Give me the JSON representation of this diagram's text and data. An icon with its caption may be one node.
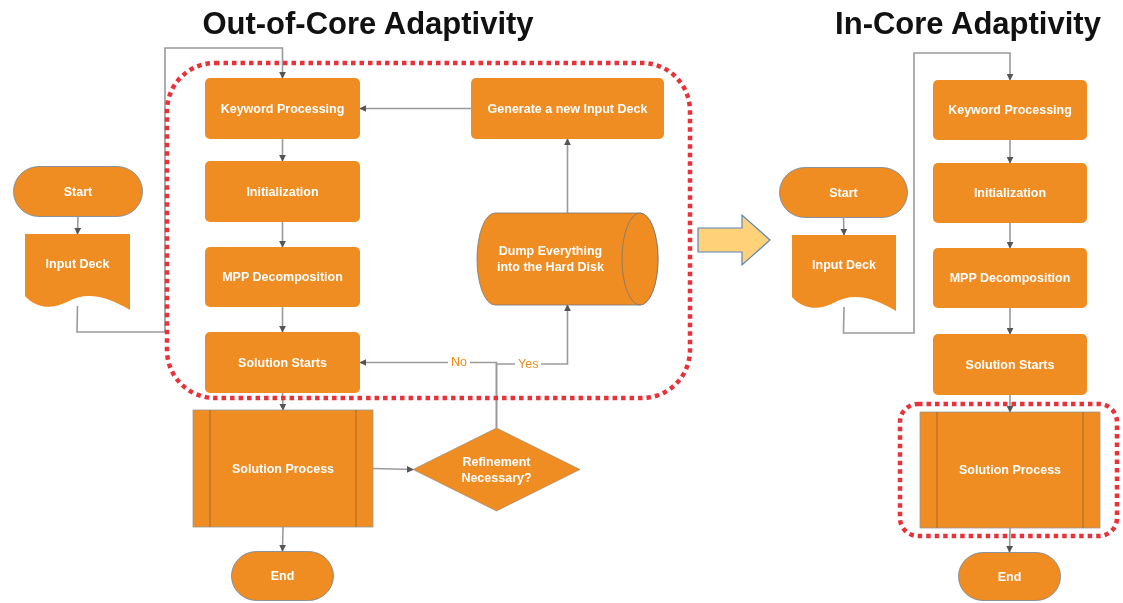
{
  "diagram": {
    "nodes": [
      {
        "text": [
          "Start"
        ]
      },
      {
        "text": [
          "Input Deck"
        ]
      },
      {
        "text": [],
        "shape": "box"
      },
      {
        "text": [
          "Keyword Processing"
        ],
        "in": 2
      },
      {
        "text": [
          "Initialization"
        ],
        "in": 2
      },
      {
        "text": [
          "MPP Decomposition"
        ],
        "in": 2
      },
      {
        "text": [
          "Solution Starts"
        ],
        "in": 2
      },
      {
        "text": [
          "Generate a new Input Deck"
        ],
        "in": 2
      },
      {
        "text": [
          "Dump Everything into the Hard Disk"
        ],
        "in": 2
      },
      {
        "text": [
          "Solution Process"
        ]
      },
      {
        "text": [
          "Refinement Necessary?"
        ]
      },
      {
        "text": [
          "End"
        ]
      },
      {
        "text": [
          "Start"
        ]
      },
      {
        "text": [
          "Input Deck"
        ]
      },
      {
        "text": [
          "Keyword Processing"
        ]
      },
      {
        "text": [
          "Initialization"
        ]
      },
      {
        "text": [
          "MPP Decomposition"
        ]
      },
      {
        "text": [
          "Solution Starts"
        ]
      },
      {
        "text": [],
        "shape": "box"
      },
      {
        "text": [
          "Solution Process"
        ],
        "in": 18
      },
      {
        "text": [
          "End"
        ]
      }
    ],
    "edges": [
      {
        "from": 0,
        "to": 1,
        "arrow": "to"
      },
      {
        "from": 1,
        "to": 3,
        "arrow": "to"
      },
      {
        "from": 3,
        "to": 4,
        "arrow": "to"
      },
      {
        "from": 4,
        "to": 5,
        "arrow": "to"
      },
      {
        "from": 5,
        "to": 6,
        "arrow": "to"
      },
      {
        "from": 6,
        "to": 9,
        "arrow": "to"
      },
      {
        "from": 9,
        "to": 10,
        "arrow": "to"
      },
      {
        "from": 10,
        "to": 6,
        "arrow": "to",
        "label": "No"
      },
      {
        "from": 10,
        "to": 8,
        "arrow": "to",
        "label": "Yes"
      },
      {
        "from": 8,
        "to": 7,
        "arrow": "to"
      },
      {
        "from": 7,
        "to": 3,
        "arrow": "to"
      },
      {
        "from": 9,
        "to": 11,
        "arrow": "to"
      },
      {
        "from": 12,
        "to": 13,
        "arrow": "to"
      },
      {
        "from": 13,
        "to": 14,
        "arrow": "to"
      },
      {
        "from": 14,
        "to": 15,
        "arrow": "to"
      },
      {
        "from": 15,
        "to": 16,
        "arrow": "to"
      },
      {
        "from": 16,
        "to": 17,
        "arrow": "to"
      },
      {
        "from": 17,
        "to": 19,
        "arrow": "to"
      },
      {
        "from": 19,
        "to": 20,
        "arrow": "to"
      }
    ],
    "labels": [
      "Out-of-Core Adaptivity",
      "In-Core Adaptivity"
    ]
  }
}
